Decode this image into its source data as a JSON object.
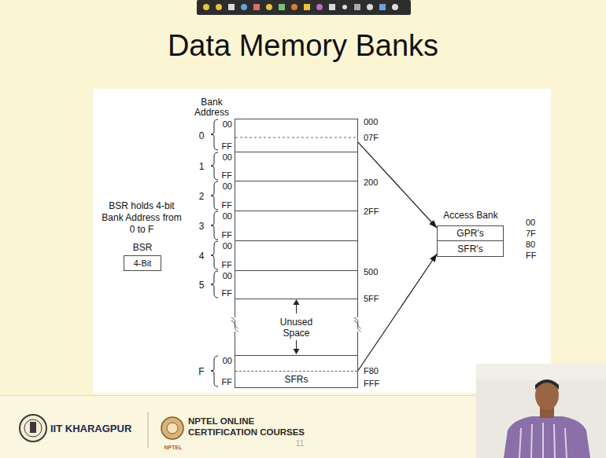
{
  "diagram": {
    "title": "Data Memory Banks",
    "nodes": [
      {
        "text": [
          "0"
        ]
      },
      {
        "text": [
          "1"
        ]
      },
      {
        "text": [
          "2"
        ]
      },
      {
        "text": [
          "3"
        ]
      },
      {
        "text": [
          "4"
        ]
      },
      {
        "text": [
          "5"
        ]
      },
      {
        "text": [
          "Unused Space"
        ]
      },
      {
        "text": [
          "F"
        ]
      },
      {
        "text": [
          "SFRs"
        ],
        "in": 7
      },
      {
        "text": [
          "4-Bit"
        ]
      },
      {
        "text": [
          "GPR's"
        ]
      },
      {
        "text": [
          "SFR's"
        ]
      }
    ],
    "edges": [
      {
        "from": 0,
        "to": 10,
        "arrow": "to"
      },
      {
        "from": 8,
        "to": 11,
        "arrow": "to"
      }
    ],
    "labels": [
      "Bank Address",
      "00",
      "FF",
      "00",
      "FF",
      "00",
      "FF",
      "00",
      "FF",
      "00",
      "FF",
      "00",
      "FF",
      "00",
      "FF",
      "000",
      "07F",
      "200",
      "2FF",
      "500",
      "5FF",
      "F80",
      "FFF",
      "BSR holds 4-bit Bank Address from 0 to F",
      "BSR",
      "Access Bank",
      "00",
      "7F",
      "80",
      "FF",
      "IIT KHARAGPUR",
      "NPTEL ONLINE CERTIFICATION COURSES",
      "11",
      "NPTEL"
    ]
  }
}
